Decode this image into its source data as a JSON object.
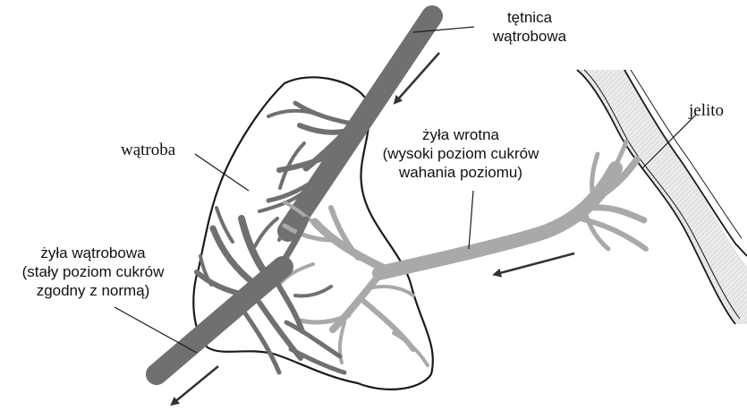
{
  "labels": {
    "hepatic_artery": [
      "tętnica",
      "wątrobowa"
    ],
    "liver": "wątroba",
    "intestine": "jelito",
    "portal_vein": [
      "żyła wrotna",
      "(wysoki poziom cukrów",
      "wahania poziomu)"
    ],
    "hepatic_vein": [
      "żyła wątrobowa",
      "(stały poziom cukrów",
      "zgodny z normą)"
    ]
  },
  "colors": {
    "hepatic_vessels": "#707070",
    "portal_vessels": "#a9a9a9",
    "intestine_fill": "#e3e3e3",
    "outline": "#1a1a1a"
  }
}
